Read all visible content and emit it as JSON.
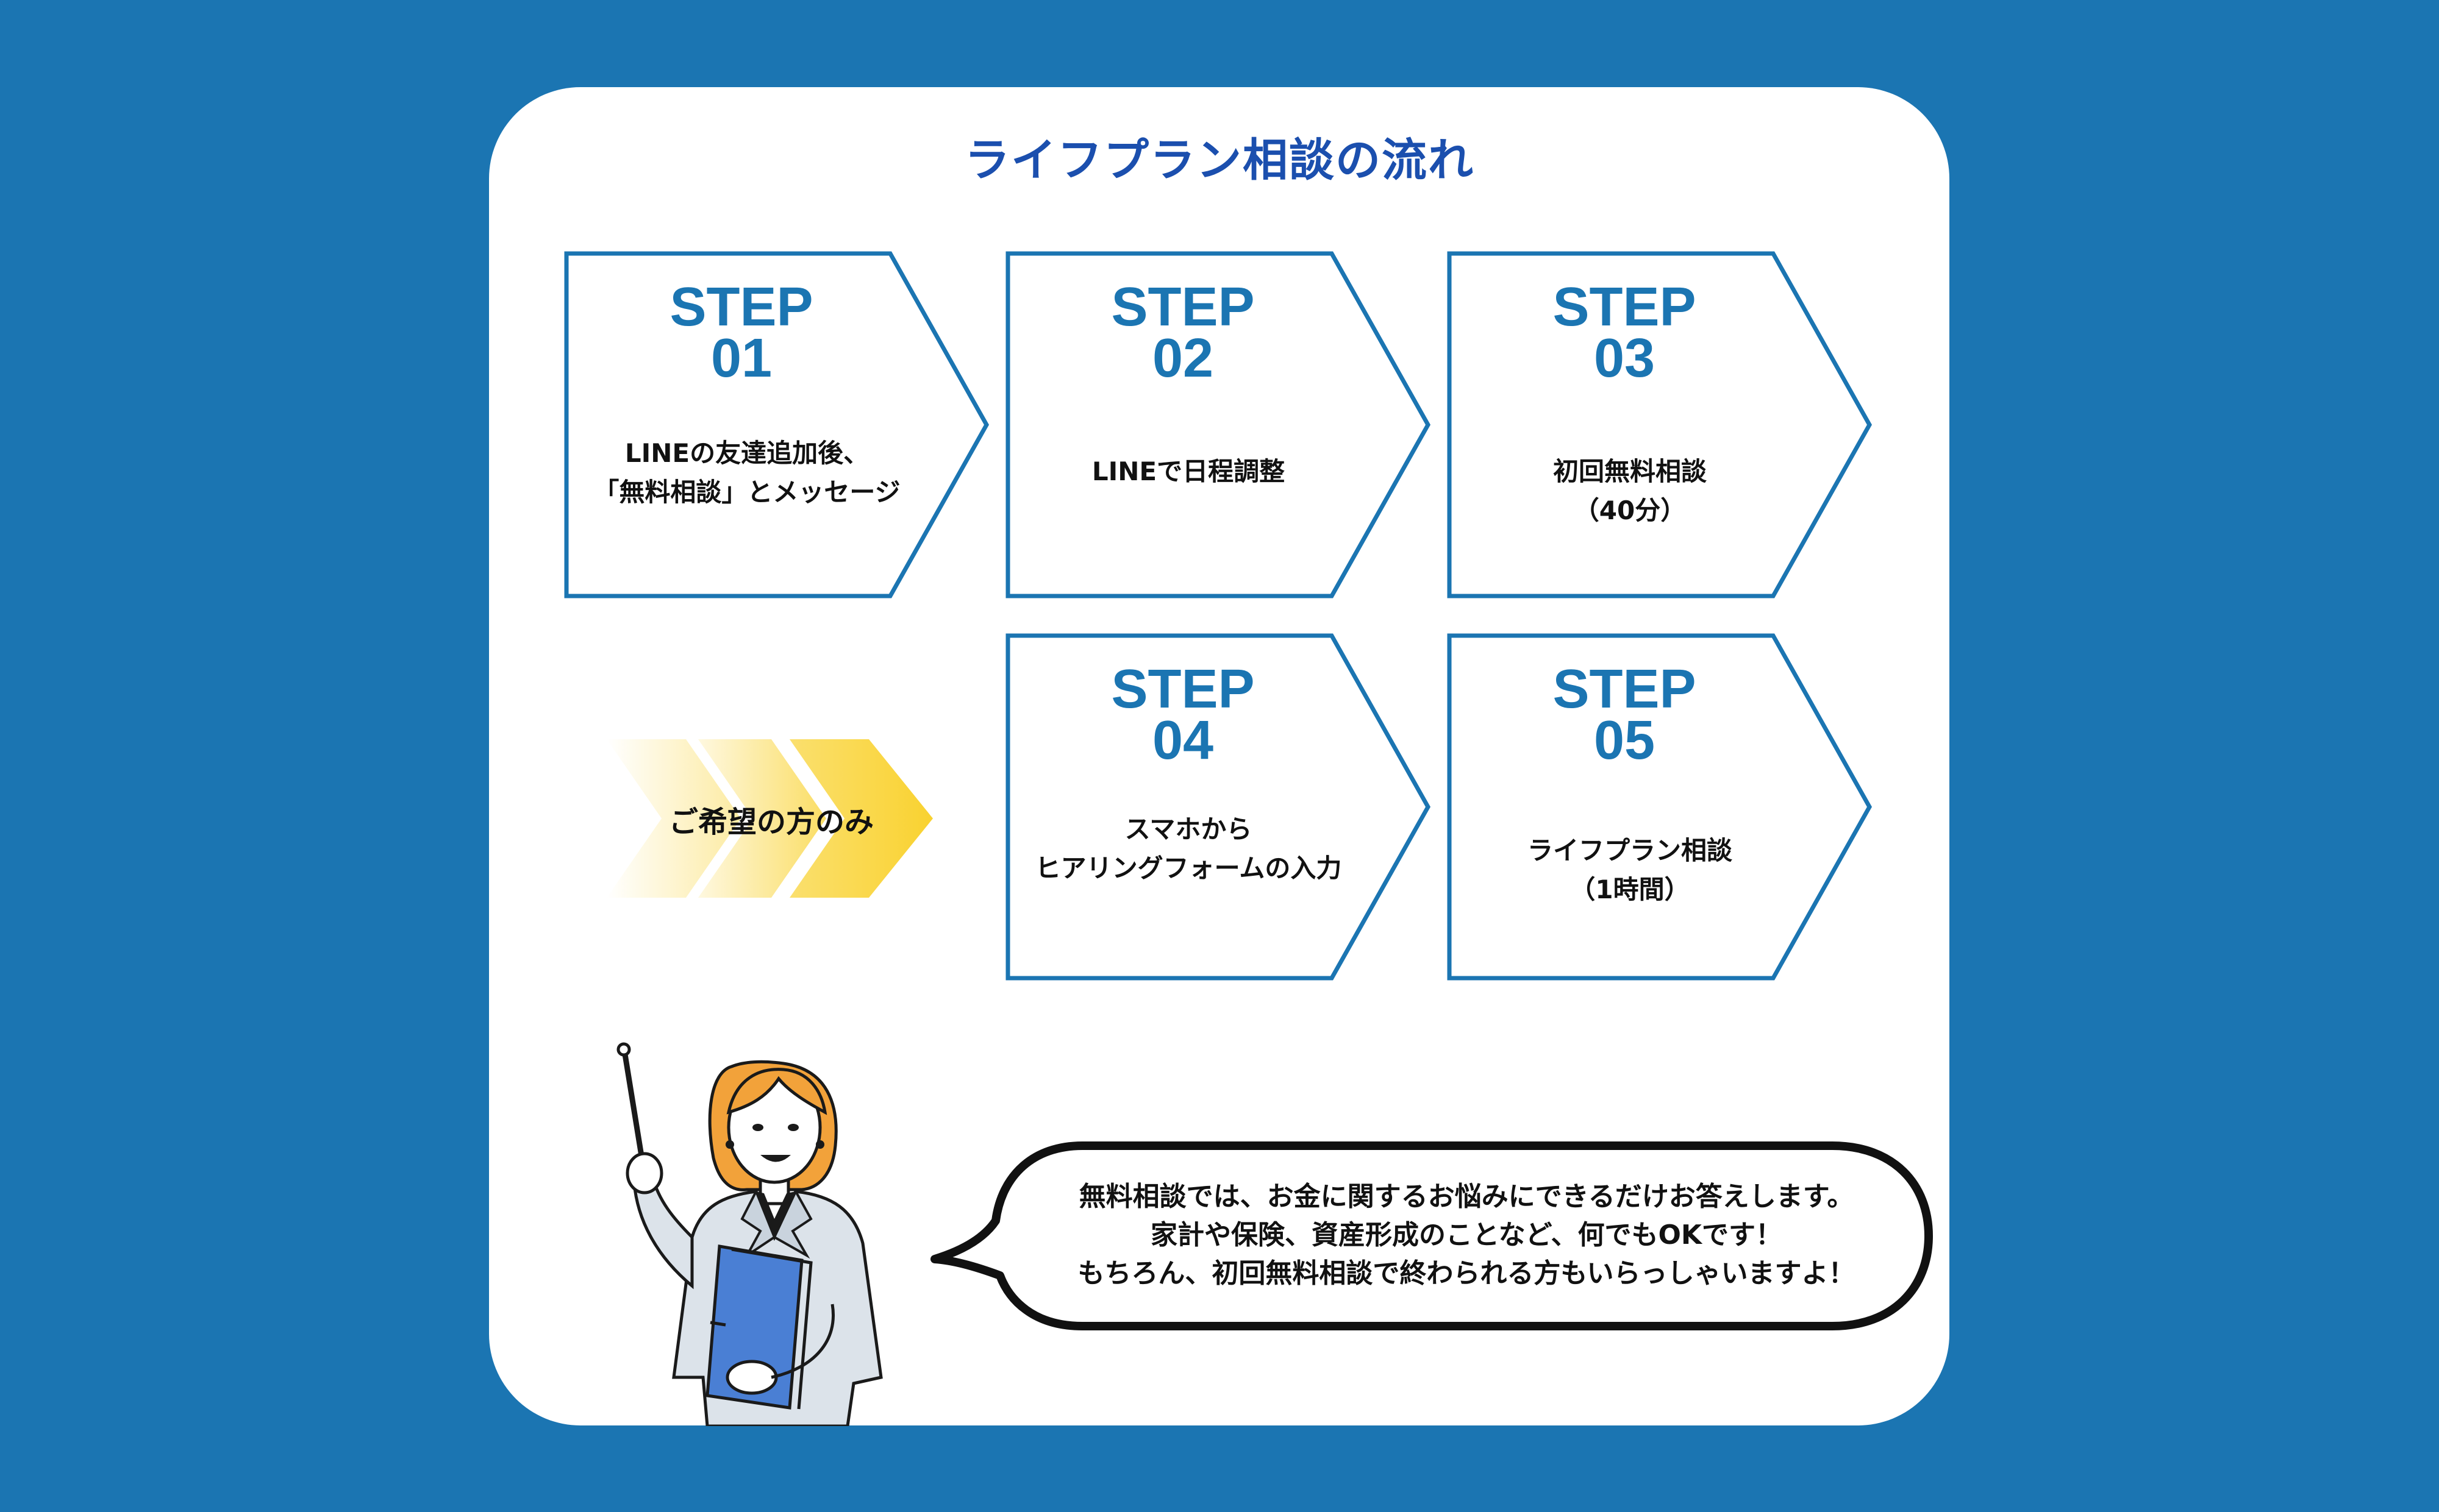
{
  "title": "ライフプラン相談の流れ",
  "colors": {
    "background": "#1B75B2",
    "card": "#FFFFFF",
    "title": "#1B4FAE",
    "step_text": "#1B75B2",
    "arrow_yellow": "#F9D230"
  },
  "steps": [
    {
      "label_line1": "STEP",
      "label_line2": "01",
      "desc_lines": [
        "LINEの友達追加後、",
        "「無料相談」とメッセージ"
      ]
    },
    {
      "label_line1": "STEP",
      "label_line2": "02",
      "desc_lines": [
        "LINEで日程調整"
      ]
    },
    {
      "label_line1": "STEP",
      "label_line2": "03",
      "desc_lines": [
        "初回無料相談",
        "（40分）"
      ]
    },
    {
      "label_line1": "STEP",
      "label_line2": "04",
      "desc_lines": [
        "スマホから",
        "ヒアリングフォームの入力"
      ]
    },
    {
      "label_line1": "STEP",
      "label_line2": "05",
      "desc_lines": [
        "ライフプラン相談",
        "（1時間）"
      ]
    }
  ],
  "optional_label": "ご希望の方のみ",
  "speech": {
    "lines": [
      "無料相談では、お金に関するお悩みにできるだけお答えします。",
      "家計や保険、資産形成のことなど、何でもOKです！",
      "もちろん、初回無料相談で終わられる方もいらっしゃいますよ！"
    ]
  },
  "illustration": {
    "icon": "woman-with-pointer-and-binder"
  }
}
